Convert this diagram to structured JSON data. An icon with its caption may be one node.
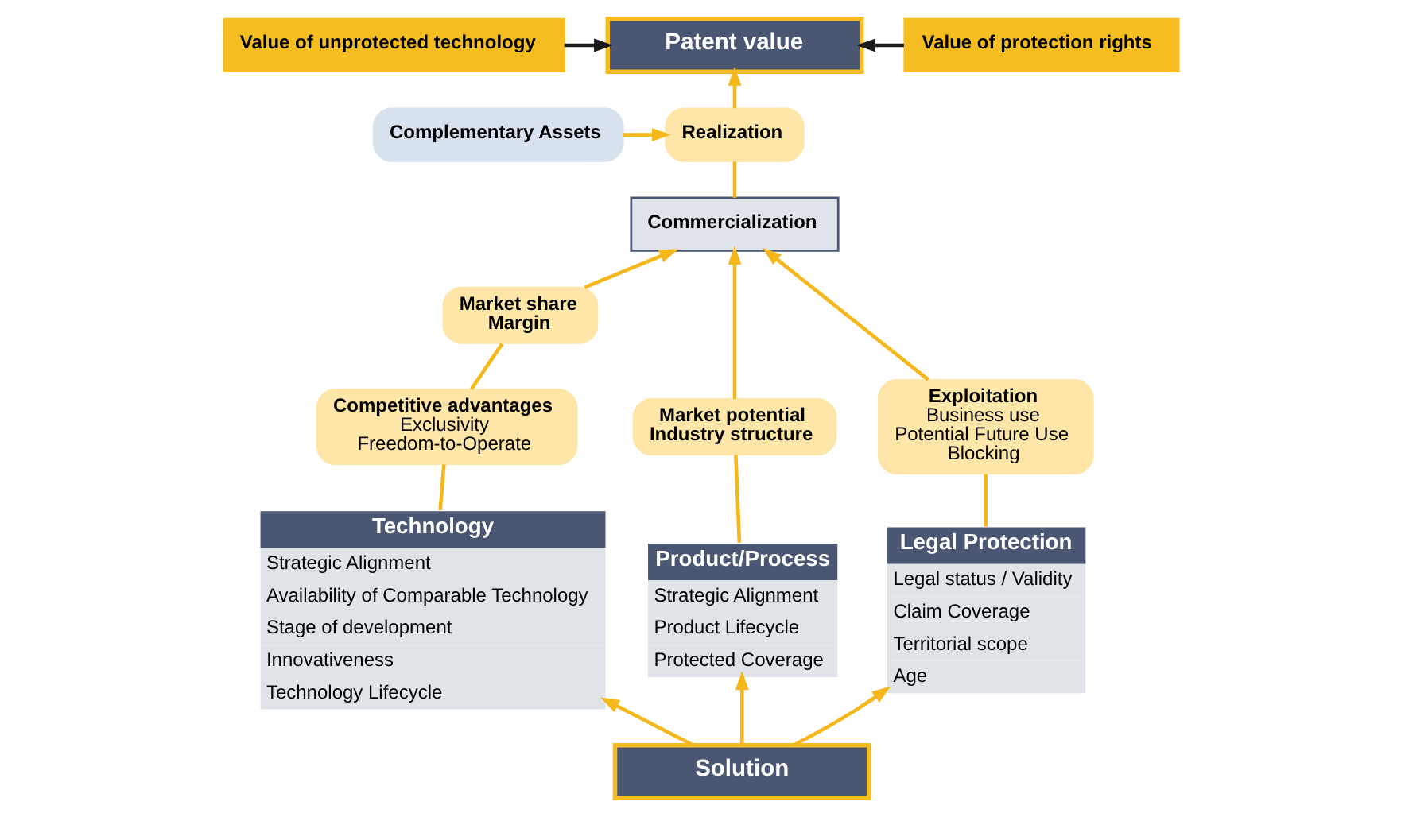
{
  "diagram": {
    "nodes": [
      {
        "text": [
          "Value of unprotected technology"
        ]
      },
      {
        "text": [
          "Patent value"
        ]
      },
      {
        "text": [
          "Value of protection rights"
        ]
      },
      {
        "text": [
          "Realization"
        ]
      },
      {
        "text": [
          "Complementary Assets"
        ]
      },
      {
        "text": [
          "Market share",
          "Margin"
        ]
      },
      {
        "text": [
          "Commercialization"
        ]
      },
      {
        "text": [
          "Competitive advantages",
          "Exclusivity",
          "Freedom-to-Operate"
        ]
      },
      {
        "text": [
          "Exploitation",
          "Business use",
          "Potential Future Use",
          "Blocking"
        ]
      },
      {
        "text": [
          "Market potential",
          "Industry structure"
        ]
      },
      {
        "text": [
          "Technology",
          "Strategic Alignment",
          "Availability of Comparable Technology",
          "Stage of development",
          "Innovativeness",
          "Technology Lifecycle"
        ]
      },
      {
        "text": [
          "Product/Process",
          "Strategic Alignment",
          "Product Lifecycle",
          "Protected Coverage"
        ]
      },
      {
        "text": [
          "Legal Protection",
          "Legal status / Validity",
          "Claim Coverage",
          "Territorial scope",
          "Age"
        ]
      },
      {
        "text": [
          "Solution"
        ]
      }
    ],
    "edges": [
      {
        "from": 0,
        "to": 1,
        "arrow": "to",
        "color": "#1a1a1a"
      },
      {
        "from": 2,
        "to": 1,
        "arrow": "to",
        "color": "#1a1a1a"
      },
      {
        "from": 3,
        "to": 1,
        "arrow": "to"
      },
      {
        "from": 4,
        "to": 3,
        "arrow": "to"
      },
      {
        "from": 6,
        "to": 3,
        "arrow": "none"
      },
      {
        "from": 5,
        "to": 6,
        "arrow": "to"
      },
      {
        "from": 9,
        "to": 6,
        "arrow": "to"
      },
      {
        "from": 8,
        "to": 6,
        "arrow": "to"
      },
      {
        "from": 7,
        "to": 5,
        "arrow": "none"
      },
      {
        "from": 10,
        "to": 7,
        "arrow": "none"
      },
      {
        "from": 11,
        "to": 9,
        "arrow": "none"
      },
      {
        "from": 12,
        "to": 8,
        "arrow": "none"
      },
      {
        "from": 13,
        "to": 11,
        "arrow": "to"
      },
      {
        "from": 13,
        "to": 10,
        "arrow": "to"
      },
      {
        "from": 13,
        "to": 12,
        "arrow": "to"
      }
    ]
  }
}
